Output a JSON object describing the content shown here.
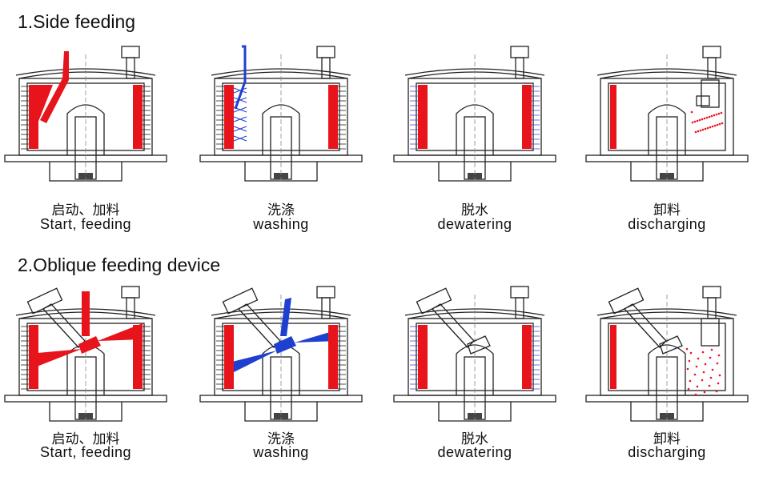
{
  "sections": [
    {
      "title": "1.Side feeding",
      "stages": [
        {
          "zh": "启动、加料",
          "en": "Start, feeding"
        },
        {
          "zh": "洗涤",
          "en": "washing"
        },
        {
          "zh": "脱水",
          "en": "dewatering"
        },
        {
          "zh": "卸料",
          "en": "discharging"
        }
      ]
    },
    {
      "title": "2.Oblique feeding device",
      "stages": [
        {
          "zh": "启动、加料",
          "en": "Start, feeding"
        },
        {
          "zh": "洗涤",
          "en": "washing"
        },
        {
          "zh": "脱水",
          "en": "dewatering"
        },
        {
          "zh": "卸料",
          "en": "discharging"
        }
      ]
    }
  ],
  "colors": {
    "cake": "#e8141c",
    "wash": "#1f3fd0",
    "line": "#222222",
    "dewater_hatch": "#4a4ad0"
  },
  "stage_types": [
    "start-feeding",
    "washing",
    "dewatering",
    "discharging"
  ]
}
